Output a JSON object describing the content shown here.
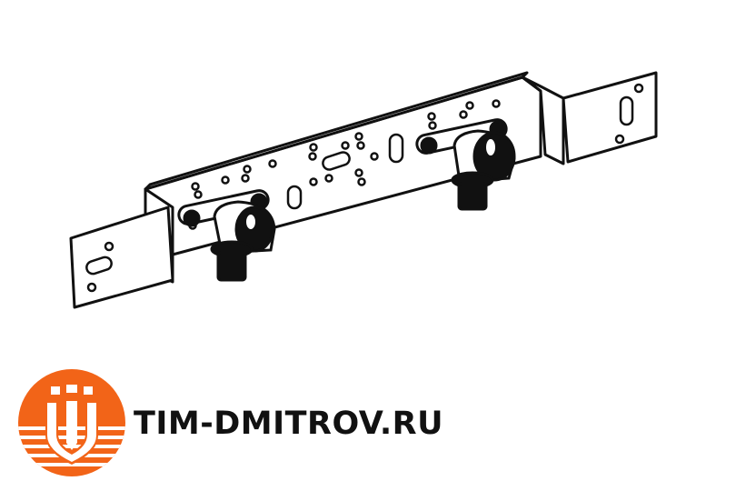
{
  "product": {
    "name": "wall-mounting-bracket-with-two-elbow-fittings",
    "illustration_style": "line-art"
  },
  "brand": {
    "site": "TIM-DMITROV.RU",
    "logo_color": "#f26418",
    "text_color": "#111111"
  }
}
